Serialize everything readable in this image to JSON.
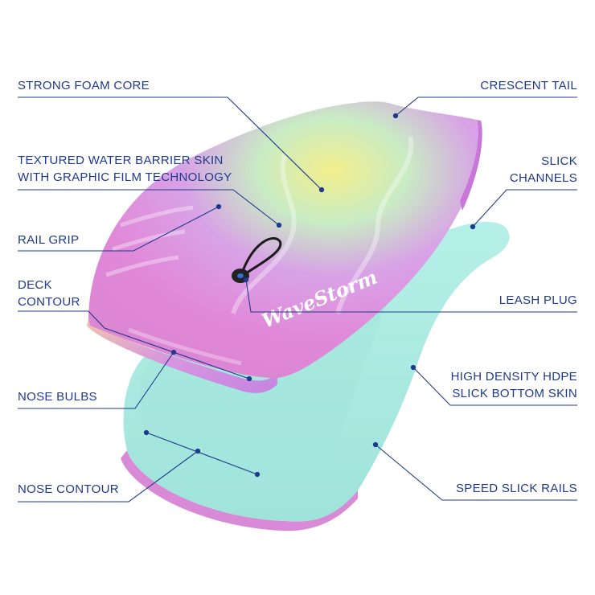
{
  "labels": {
    "strong_foam_core": "STRONG FOAM CORE",
    "textured_skin_line1": "TEXTURED WATER BARRIER SKIN",
    "textured_skin_line2": "WITH GRAPHIC FILM TECHNOLOGY",
    "rail_grip": "RAIL GRIP",
    "deck_contour_line1": "DECK",
    "deck_contour_line2": "CONTOUR",
    "nose_bulbs": "NOSE BULBS",
    "nose_contour": "NOSE CONTOUR",
    "crescent_tail": "CRESCENT TAIL",
    "slick_channels_line1": "SLICK",
    "slick_channels_line2": "CHANNELS",
    "leash_plug": "LEASH PLUG",
    "hdpe_line1": "HIGH DENSITY HDPE",
    "hdpe_line2": "SLICK BOTTOM SKIN",
    "speed_slick_rails": "SPEED SLICK RAILS"
  },
  "brand_logo": "WaveStorm",
  "colors": {
    "label_text": "#1f3a8a",
    "callout_line": "#1f3a8a",
    "board_pink": "#e48ad8",
    "board_purple": "#c58fe6",
    "board_yellow": "#f2ee8c",
    "board_mint": "#a8e6dc",
    "bottom_skin": "#a9ece4"
  },
  "icons": [
    "leash-plug-icon"
  ]
}
